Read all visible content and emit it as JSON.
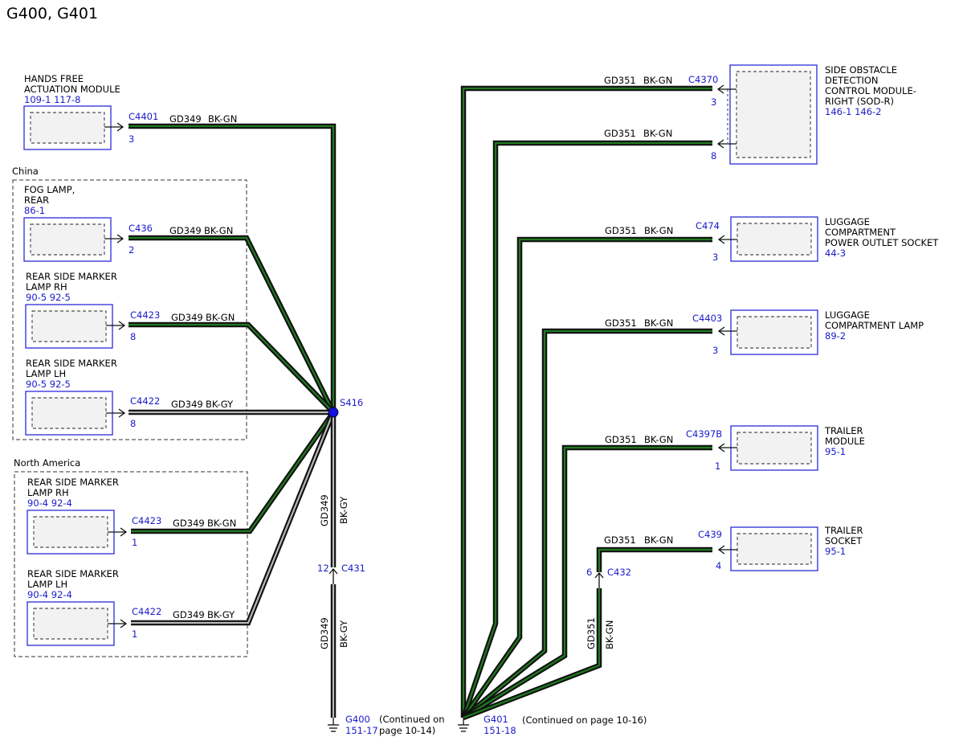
{
  "title": "G400, G401",
  "left": {
    "groups": {
      "china": "China",
      "north_america": "North America"
    },
    "modules": {
      "hfam": {
        "name1": "HANDS FREE",
        "name2": "ACTUATION MODULE",
        "refs": "109-1   117-8",
        "connector": "C4401",
        "pin": "3",
        "circuit": "GD349",
        "color": "BK-GN"
      },
      "fog": {
        "name1": "FOG LAMP,",
        "name2": "REAR",
        "refs": "86-1",
        "connector": "C436",
        "pin": "2",
        "circuit": "GD349",
        "color": "BK-GN"
      },
      "rsm_rh_cn": {
        "name1": "REAR SIDE MARKER",
        "name2": "LAMP RH",
        "refs": "90-5    92-5",
        "connector": "C4423",
        "pin": "8",
        "circuit": "GD349",
        "color": "BK-GN"
      },
      "rsm_lh_cn": {
        "name1": "REAR SIDE MARKER",
        "name2": "LAMP LH",
        "refs": "90-5    92-5",
        "connector": "C4422",
        "pin": "8",
        "circuit": "GD349",
        "color": "BK-GY"
      },
      "rsm_rh_na": {
        "name1": "REAR SIDE MARKER",
        "name2": "LAMP RH",
        "refs": "90-4    92-4",
        "connector": "C4423",
        "pin": "1",
        "circuit": "GD349",
        "color": "BK-GN"
      },
      "rsm_lh_na": {
        "name1": "REAR SIDE MARKER",
        "name2": "LAMP LH",
        "refs": "90-4    92-4",
        "connector": "C4422",
        "pin": "1",
        "circuit": "GD349",
        "color": "BK-GY"
      }
    },
    "splice": "S416",
    "vertical_circuit": "GD349",
    "vertical_color": "BK-GY",
    "inline": {
      "connector": "C431",
      "pin": "12"
    },
    "ground": {
      "name": "G400",
      "ref": "151-17",
      "note1": "(Continued on",
      "note2": "page 10-14)"
    }
  },
  "right": {
    "modules": {
      "sod": {
        "name1": "SIDE OBSTACLE",
        "name2": "DETECTION",
        "name3": "CONTROL MODULE-",
        "name4": "RIGHT (SOD-R)",
        "refs": "146-1   146-2",
        "connector": "C4370",
        "pin_a": "3",
        "pin_b": "8",
        "circuit": "GD351",
        "color": "BK-GN"
      },
      "lcpo": {
        "name1": "LUGGAGE",
        "name2": "COMPARTMENT",
        "name3": "POWER OUTLET SOCKET",
        "refs": "44-3",
        "connector": "C474",
        "pin": "3",
        "circuit": "GD351",
        "color": "BK-GN"
      },
      "lcl": {
        "name1": "LUGGAGE",
        "name2": "COMPARTMENT LAMP",
        "refs": "89-2",
        "connector": "C4403",
        "pin": "3",
        "circuit": "GD351",
        "color": "BK-GN"
      },
      "tm": {
        "name1": "TRAILER",
        "name2": "MODULE",
        "refs": "95-1",
        "connector": "C4397B",
        "pin": "1",
        "circuit": "GD351",
        "color": "BK-GN"
      },
      "ts": {
        "name1": "TRAILER",
        "name2": "SOCKET",
        "refs": "95-1",
        "connector": "C439",
        "pin": "4",
        "circuit": "GD351",
        "color": "BK-GN"
      }
    },
    "inline": {
      "connector": "C432",
      "pin": "6"
    },
    "vertical_circuit": "GD351",
    "vertical_color": "BK-GN",
    "ground": {
      "name": "G401",
      "ref": "151-18",
      "note": "(Continued on page 10-16)"
    }
  }
}
